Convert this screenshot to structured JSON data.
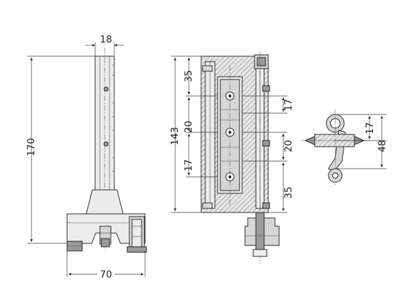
{
  "dimensions": {
    "left_view": {
      "width_top": "18",
      "height": "170",
      "base_width": "70"
    },
    "middle_view": {
      "total_height": "143",
      "top_spacing": "35",
      "pitch_upper": "20",
      "pitch_lower": "17",
      "right_upper": "17",
      "right_middle": "20",
      "right_lower": "35"
    },
    "right_view": {
      "spacing": "17",
      "height": "48"
    }
  }
}
